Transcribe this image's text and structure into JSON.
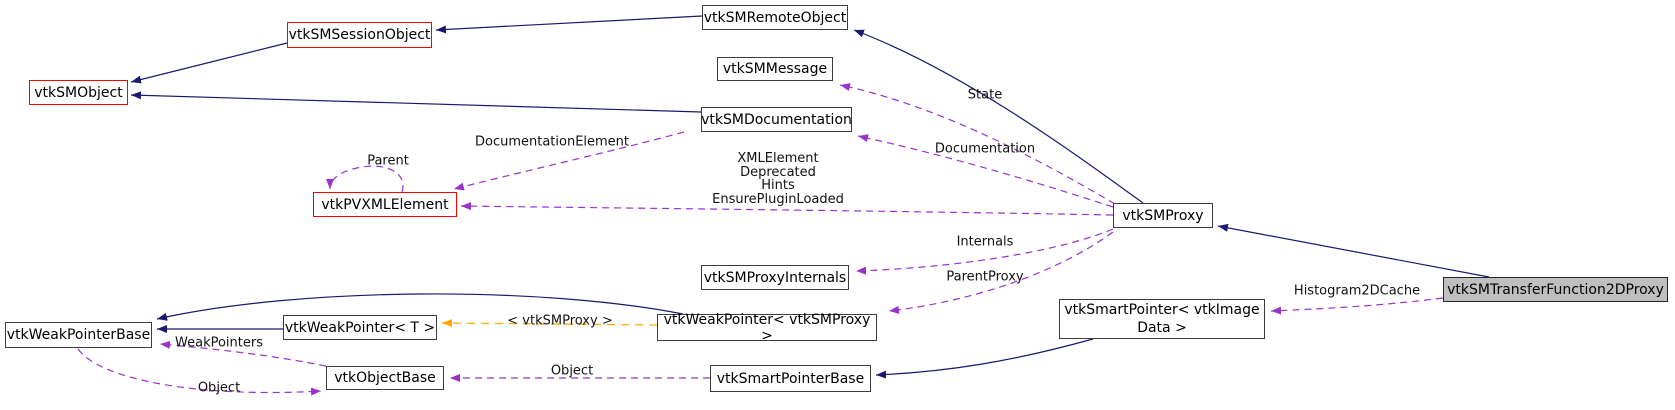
{
  "diagram": {
    "background": "#ffffff",
    "colors": {
      "inheritance_edge": "#191970",
      "usage_edge": "#9a32cd",
      "template_edge": "#ffa500",
      "recursive_node_border": "#ff0000",
      "node_border": "#3d3d3d",
      "main_node_fill": "#bfbfbf"
    },
    "nodes": {
      "remote_object": {
        "label": "vtkSMRemoteObject"
      },
      "session_object": {
        "label": "vtkSMSessionObject"
      },
      "sm_object": {
        "label": "vtkSMObject"
      },
      "message": {
        "label": "vtkSMMessage"
      },
      "documentation": {
        "label": "vtkSMDocumentation"
      },
      "pvxml_element": {
        "label": "vtkPVXMLElement"
      },
      "proxy": {
        "label": "vtkSMProxy"
      },
      "proxy_internals": {
        "label": "vtkSMProxyInternals"
      },
      "weak_pointer_base": {
        "label": "vtkWeakPointerBase"
      },
      "weak_pointer_t": {
        "label": "vtkWeakPointer< T >"
      },
      "weak_pointer_proxy": {
        "label": "vtkWeakPointer< vtkSMProxy >"
      },
      "smart_pointer_image": {
        "label": "vtkSmartPointer< vtkImage\nData >"
      },
      "object_base": {
        "label": "vtkObjectBase"
      },
      "smart_pointer_base": {
        "label": "vtkSmartPointerBase"
      },
      "transfer_function_2d_proxy": {
        "label": "vtkSMTransferFunction2DProxy"
      }
    },
    "edge_labels": {
      "state": "State",
      "documentation": "Documentation",
      "documentation_element": "DocumentationElement",
      "parent": "Parent",
      "xml_group": "XMLElement\nDeprecated\nHints\nEnsurePluginLoaded",
      "internals": "Internals",
      "parent_proxy": "ParentProxy",
      "weak_pointers": "WeakPointers",
      "object_left": "Object",
      "object_mid": "Object",
      "template_instance": "< vtkSMProxy >",
      "histogram_cache": "Histogram2DCache"
    }
  }
}
